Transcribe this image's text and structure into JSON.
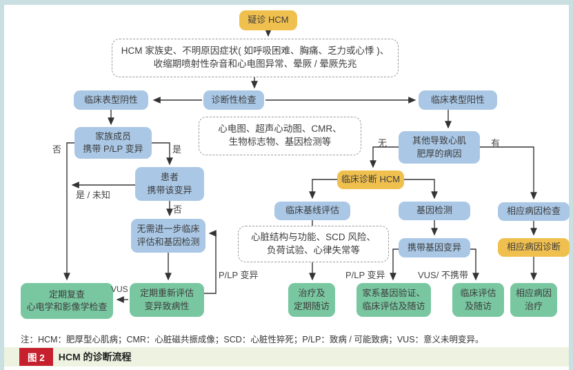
{
  "nodes": {
    "suspect_hcm": {
      "label": "疑诊 HCM"
    },
    "symptoms": {
      "line1": "HCM 家族史、不明原因症状( 如呼吸困难、胸痛、乏力或心悸 )、",
      "line2": "收缩期喷射性杂音和心电图异常、晕厥 / 晕厥先兆"
    },
    "phenotype_negative": {
      "label": "临床表型阴性"
    },
    "diagnostic_tests": {
      "label": "诊断性检查"
    },
    "phenotype_positive": {
      "label": "临床表型阳性"
    },
    "tests_detail": {
      "line1": "心电图、超声心动图、CMR、",
      "line2": "生物标志物、基因检测等"
    },
    "family_member": {
      "line1": "家族成员",
      "line2": "携带 P/LP 变异"
    },
    "patient_variant": {
      "line1": "患者",
      "line2": "携带该变异"
    },
    "no_further_eval": {
      "line1": "无需进一步临床",
      "line2": "评估和基因检测"
    },
    "periodic_reassess": {
      "line1": "定期重新评估",
      "line2": "变异致病性"
    },
    "periodic_review": {
      "line1": "定期复查",
      "line2": "心电学和影像学检查"
    },
    "other_causes": {
      "line1": "其他导致心肌",
      "line2": "肥厚的病因"
    },
    "clinical_dx_hcm": {
      "label": "临床诊断 HCM"
    },
    "baseline_eval": {
      "label": "临床基线评估"
    },
    "gene_testing": {
      "label": "基因检测"
    },
    "etiology_check": {
      "label": "相应病因检查"
    },
    "baseline_detail": {
      "line1": "心脏结构与功能、SCD 风险、",
      "line2": "负荷试验、心律失常等"
    },
    "carry_gene_variant": {
      "label": "携带基因变异"
    },
    "etiology_dx": {
      "label": "相应病因诊断"
    },
    "treatment_followup": {
      "line1": "治疗及",
      "line2": "定期随访"
    },
    "family_gene_validation": {
      "line1": "家系基因验证、",
      "line2": "临床评估及随访"
    },
    "clinical_eval_followup": {
      "line1": "临床评估",
      "line2": "及随访"
    },
    "etiology_treatment": {
      "line1": "相应病因",
      "line2": "治疗"
    }
  },
  "edge_labels": {
    "no_left": "否",
    "yes_right": "是",
    "yes_unknown": "是 / 未知",
    "no_down": "否",
    "vus": "VUS",
    "plp_loop": "P/LP 变异",
    "none": "无",
    "present": "有",
    "plp_mid": "P/LP 变异",
    "vus_not_carry": "VUS/ 不携带"
  },
  "note": "注：HCM：肥厚型心肌病；CMR：心脏磁共振成像；SCD：心脏性猝死；P/LP：致病 / 可能致病；VUS：意义未明变异。",
  "caption": {
    "badge": "图 2",
    "title": "HCM 的诊断流程"
  },
  "colors": {
    "blue": "#aac8e6",
    "yellow": "#f0c04f",
    "green": "#79c7a0",
    "badge_red": "#c6202f",
    "caption_bg": "#eef3e1",
    "frame": "#cadfe1",
    "arrow": "#333333"
  }
}
